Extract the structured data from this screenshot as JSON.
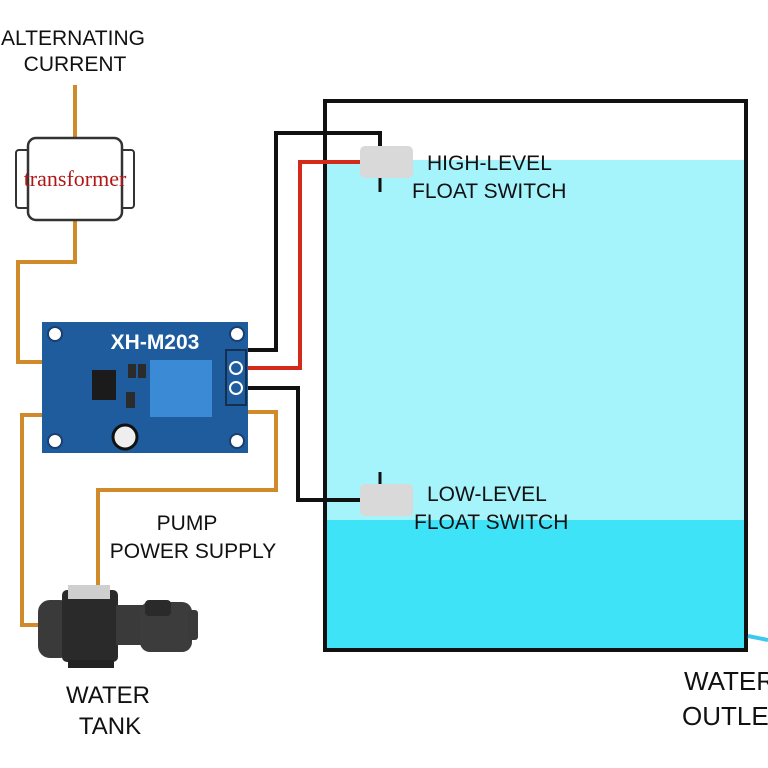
{
  "labels": {
    "ac_line1": "ALTERNATING",
    "ac_line2": "CURRENT",
    "transformer": "transformer",
    "board": "XH-M203",
    "high_line1": "HIGH-LEVEL",
    "high_line2": "FLOAT SWITCH",
    "low_line1": "LOW-LEVEL",
    "low_line2": "FLOAT SWITCH",
    "pump_line1": "PUMP",
    "pump_line2": "POWER SUPPLY",
    "tank_line1": "WATER",
    "tank_line2": "TANK",
    "outlet_line1": "WATER",
    "outlet_line2": "OUTLET"
  },
  "colors": {
    "wire_ac": "#d08a2a",
    "wire_black": "#111111",
    "wire_red": "#d42a1a",
    "board": "#1f5c9e",
    "relay": "#3a8ad6",
    "water_upper": "#a6f4fb",
    "water_lower": "#3ee3f8",
    "transformer_text": "#b01818"
  }
}
